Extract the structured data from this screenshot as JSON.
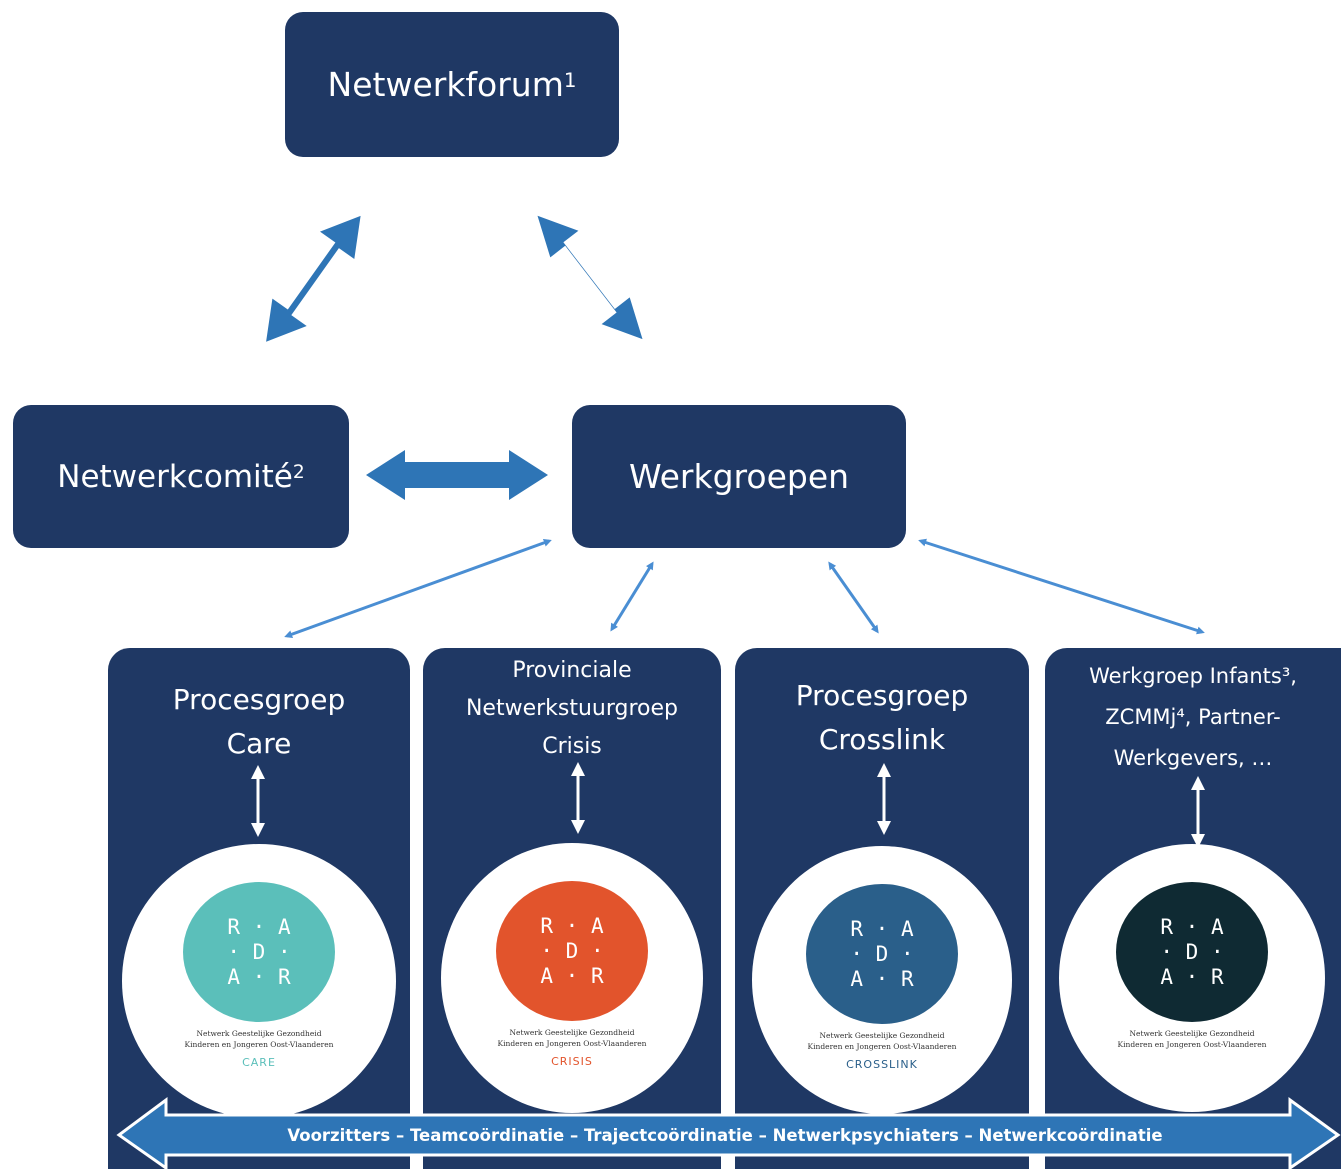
{
  "nodes": {
    "forum": {
      "label": "Netwerkforum",
      "sup": "1"
    },
    "comite": {
      "label": "Netwerkcomité",
      "sup": "2"
    },
    "werkgroepen": {
      "label": "Werkgroepen"
    }
  },
  "columns": [
    {
      "title": "Procesgroep\nCare",
      "logo": {
        "letters": "R · A\n· D ·\nA · R",
        "color": "#5bbfba",
        "caption": "Netwerk Geestelijke Gezondheid\nKinderen en Jongeren Oost-Vlaanderen",
        "label": "CARE",
        "label_color": "#5bbfba"
      }
    },
    {
      "title": "Provinciale\nNetwerkstuurgroep\nCrisis",
      "logo": {
        "letters": "R · A\n· D ·\nA · R",
        "color": "#e2542c",
        "caption": "Netwerk Geestelijke Gezondheid\nKinderen en Jongeren Oost-Vlaanderen",
        "label": "CRISIS",
        "label_color": "#e2542c"
      }
    },
    {
      "title": "Procesgroep\nCrosslink",
      "logo": {
        "letters": "R · A\n· D ·\nA · R",
        "color": "#2a5f8a",
        "caption": "Netwerk Geestelijke Gezondheid\nKinderen en Jongeren Oost-Vlaanderen",
        "label": "CROSSLINK",
        "label_color": "#2a5f8a"
      }
    },
    {
      "title": "Werkgroep Infants³,\nZCMMj⁴, Partner-\nWerkgevers, …",
      "logo": {
        "letters": "R · A\n· D ·\nA · R",
        "color": "#0f2a33",
        "caption": "Netwerk Geestelijke Gezondheid\nKinderen en Jongeren Oost-Vlaanderen",
        "label": "",
        "label_color": "#0f2a33"
      }
    }
  ],
  "band": {
    "text": "Voorzitters – Teamcoördinatie – Trajectcoördinatie – Netwerkpsychiaters – Netwerkcoördinatie"
  },
  "colors": {
    "box": "#1f3864",
    "arrow": "#2e75b6",
    "arrow_light": "#4a8ed3"
  }
}
